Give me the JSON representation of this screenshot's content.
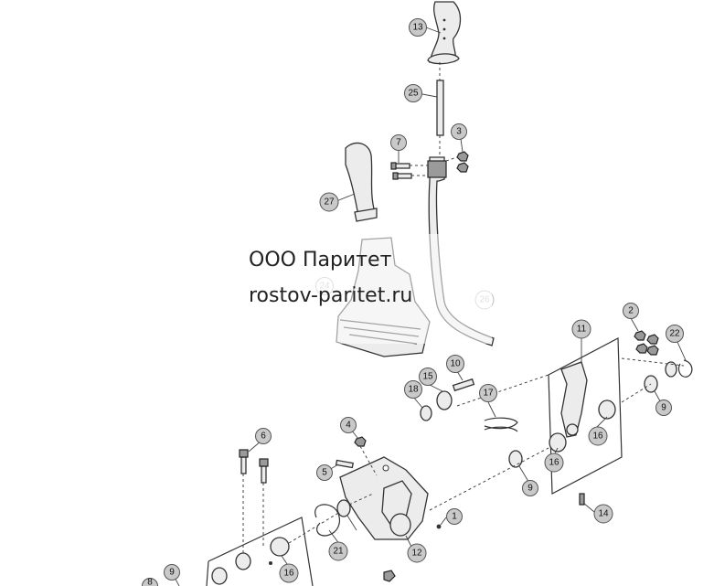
{
  "watermark": {
    "company": "ООО Паритет",
    "site": "rostov-paritet.ru"
  },
  "callouts": [
    "13",
    "25",
    "3",
    "7",
    "27",
    "24",
    "26",
    "11",
    "2",
    "22",
    "10",
    "15",
    "18",
    "17",
    "9",
    "16",
    "16",
    "14",
    "4",
    "6",
    "5",
    "9",
    "21",
    "1",
    "12",
    "16",
    "9",
    "8"
  ]
}
